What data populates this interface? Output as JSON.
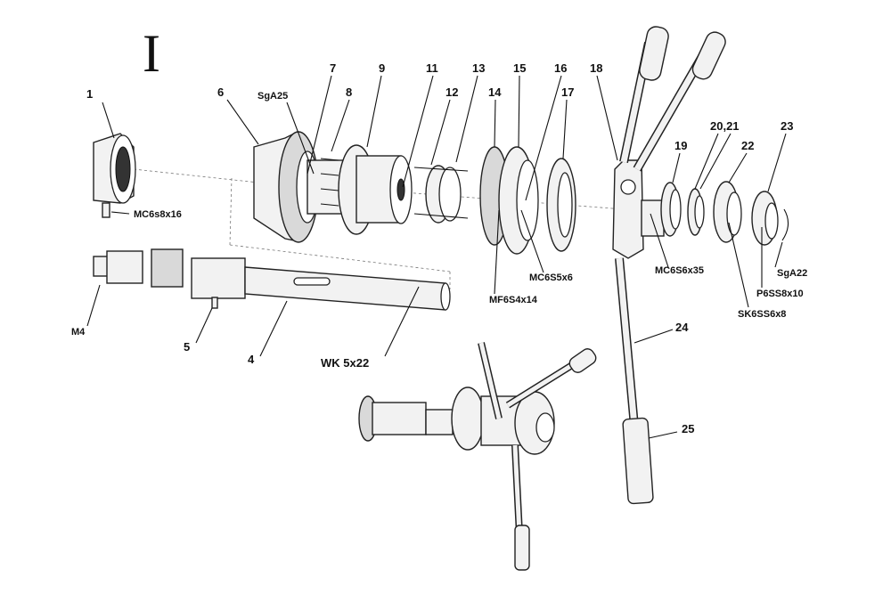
{
  "title": "I",
  "labels": {
    "n1": "1",
    "n4": "4",
    "n5": "5",
    "n6": "6",
    "n7": "7",
    "n8": "8",
    "n9": "9",
    "n11": "11",
    "n12": "12",
    "n13": "13",
    "n14": "14",
    "n15": "15",
    "n16": "16",
    "n17": "17",
    "n18": "18",
    "n19": "19",
    "n20_21": "20,21",
    "n22": "22",
    "n23": "23",
    "n24": "24",
    "n25": "25",
    "sga25": "SgA25",
    "mc6s8x16": "MC6s8x16",
    "m4": "M4",
    "wk5x22": "WK 5x22",
    "mc6s5x6": "MC6S5x6",
    "mf6s4x14": "MF6S4x14",
    "mc6s6x35": "MC6S6x35",
    "sga22": "SgA22",
    "p6ss8x10": "P6SS8x10",
    "sk6ss6x8": "SK6SS6x8"
  },
  "colors": {
    "line": "#222222",
    "fill": "#f2f2f2",
    "shade": "#d9d9d9",
    "background": "#ffffff"
  }
}
